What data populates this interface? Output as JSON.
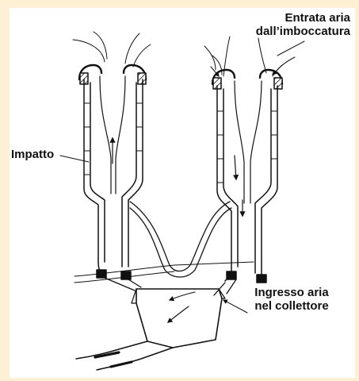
{
  "labels": {
    "inlet_line1": "Entrata aria",
    "inlet_line2": "dall’imboccatura",
    "impact": "Impatto",
    "collector_line1": "Ingresso aria",
    "collector_line2": "nel collettore"
  },
  "colors": {
    "frame": "#fdf0d4",
    "panel": "#ffffff",
    "ink": "#111111"
  }
}
